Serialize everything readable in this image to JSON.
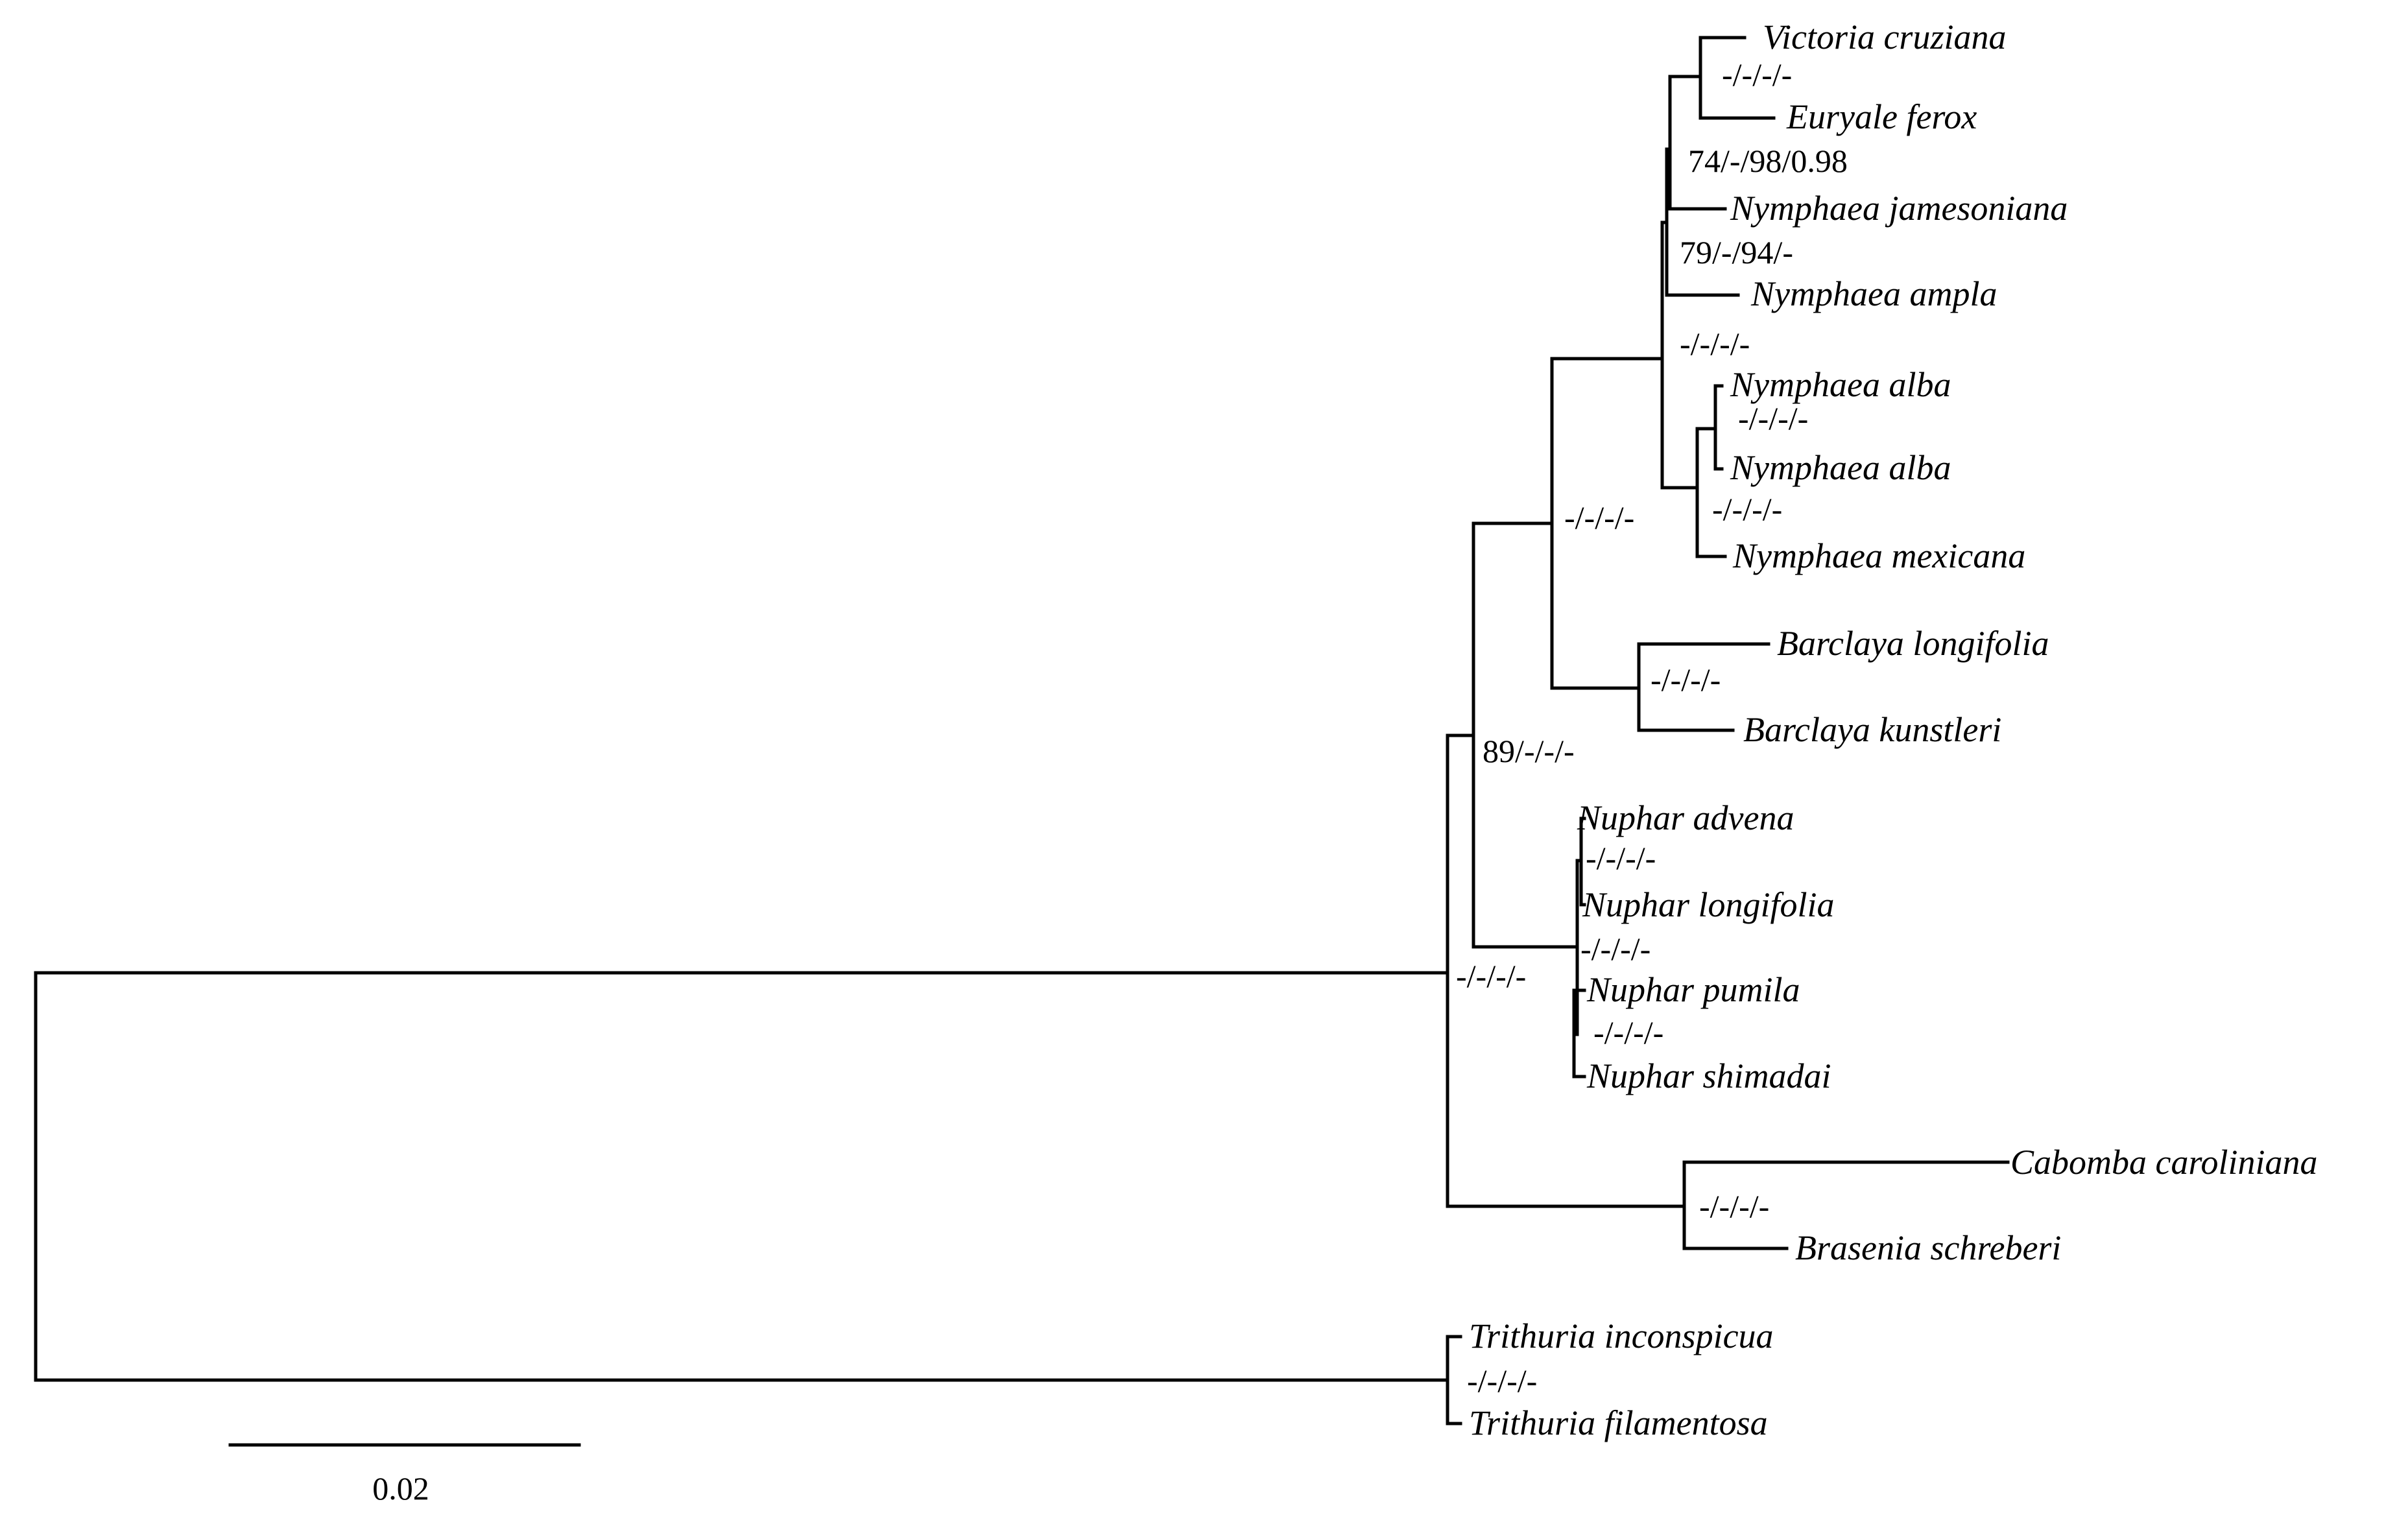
{
  "tree": {
    "taxa": [
      "Victoria cruziana",
      "Euryale ferox",
      "Nymphaea jamesoniana",
      "Nymphaea ampla",
      "Nymphaea alba",
      "Nymphaea alba",
      "Nymphaea mexicana",
      "Barclaya longifolia",
      "Barclaya kunstleri",
      "Nuphar advena",
      "Nuphar longifolia",
      "Nuphar pumila",
      "Nuphar shimadai",
      "Cabomba caroliniana",
      "Brasenia schreberi",
      "Trithuria inconspicua",
      "Trithuria filamentosa"
    ],
    "support_values": {
      "victoria_euryale": "-/-/-/-",
      "victoria_euryale_jamesoniana": "74/-/98/0.98",
      "jamesoniana_ampla": "79/-/94/-",
      "nymphaea_group": "-/-/-/-",
      "alba_alba": "-/-/-/-",
      "alba_mexicana": "-/-/-/-",
      "nymphaeaceae_core": "-/-/-/-",
      "barclaya": "-/-/-/-",
      "nymphaeaceae": "89/-/-/-",
      "nuphar_advena_longifolia": "-/-/-/-",
      "nuphar_group": "-/-/-/-",
      "nuphar_pumila_shimadai": "-/-/-/-",
      "nymphaeales": "-/-/-/-",
      "cabombaceae": "-/-/-/-",
      "trithuria": "-/-/-/-"
    },
    "scale_bar": {
      "label": "0.02"
    }
  }
}
